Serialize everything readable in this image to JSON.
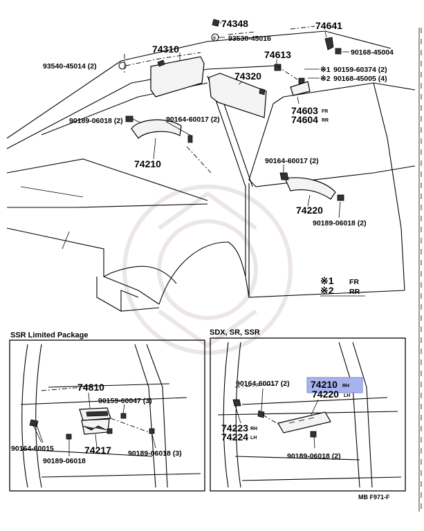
{
  "labels": {
    "p74348": "74348",
    "p74641": "74641",
    "p93530_45016": "93530-45016",
    "p90168_45004": "90168-45004",
    "p74310": "74310",
    "p93540_45014": "93540-45014 (2)",
    "p74613": "74613",
    "p90159_60374": "90159-60374 (2)",
    "p90168_45005": "90168-45005 (4)",
    "p74320": "74320",
    "p74603": "74603",
    "p74604": "74604",
    "p90189_06018_top": "90189-06018 (2)",
    "p90164_60017_top": "90164-60017 (2)",
    "p74210": "74210",
    "p90164_60017_right": "90164-60017 (2)",
    "p74220": "74220",
    "p90189_06018_right": "90189-06018 (2)",
    "legend1_mark": "※1",
    "legend1_text": "FR",
    "legend2_mark": "※2",
    "legend2_text": "RR",
    "mark1": "※1",
    "mark2": "※2",
    "fr_tag": "FR",
    "rr_tag": "RR"
  },
  "panel_left": {
    "title": "SSR Limited Package",
    "p74810": "74810",
    "p90159_60047": "90159-60047 (3)",
    "p90164_60015": "90164-60015",
    "p74217": "74217",
    "p90189_06018_a": "90189-06018",
    "p90189_06018_b": "90189-06018 (3)"
  },
  "panel_right": {
    "title": "SDX, SR, SSR",
    "p90164_60017": "90164-60017 (2)",
    "p74210": "74210",
    "p74220": "74220",
    "rh_tag": "RH",
    "lh_tag": "LH",
    "p74223": "74223",
    "p74224": "74224",
    "p90189_06018": "90189-06018 (2)",
    "highlight_color": "#a9b4ee"
  },
  "figure_code": "MB F971-F"
}
